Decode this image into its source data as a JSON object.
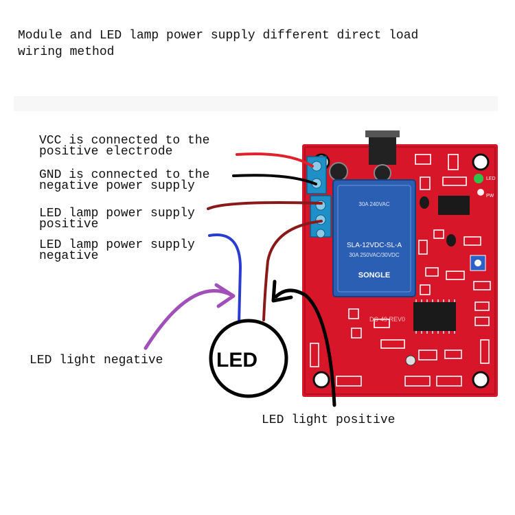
{
  "title": "Module and LED lamp power supply different direct load\nwiring method",
  "labels": {
    "vcc": "VCC is connected to the\npositive electrode",
    "gnd": "GND is connected to the\nnegative power supply",
    "led_pos_supply": "LED lamp power supply\npositive",
    "led_neg_supply": "LED lamp power supply\nnegative",
    "led_light_negative": "LED light negative",
    "led_light_positive": "LED light positive"
  },
  "led": {
    "text": "LED"
  },
  "board": {
    "relay_text": [
      "SONGLE",
      "SLA-12VDC-SL-A",
      "30A 250VAC/30VDC",
      "30A 240VAC"
    ],
    "revision": "DC-49 REV0",
    "pw_label": "PW",
    "led_label": "LED"
  },
  "colors": {
    "background": "#ffffff",
    "board": "#d8162a",
    "relay": "#2b5fb4",
    "wire_red": "#e0202a",
    "wire_black": "#000000",
    "wire_darkred": "#8a1a1a",
    "wire_blue": "#2a3bd0",
    "arrow_purple": "#a050b8",
    "terminal": "#1f8fc8"
  }
}
